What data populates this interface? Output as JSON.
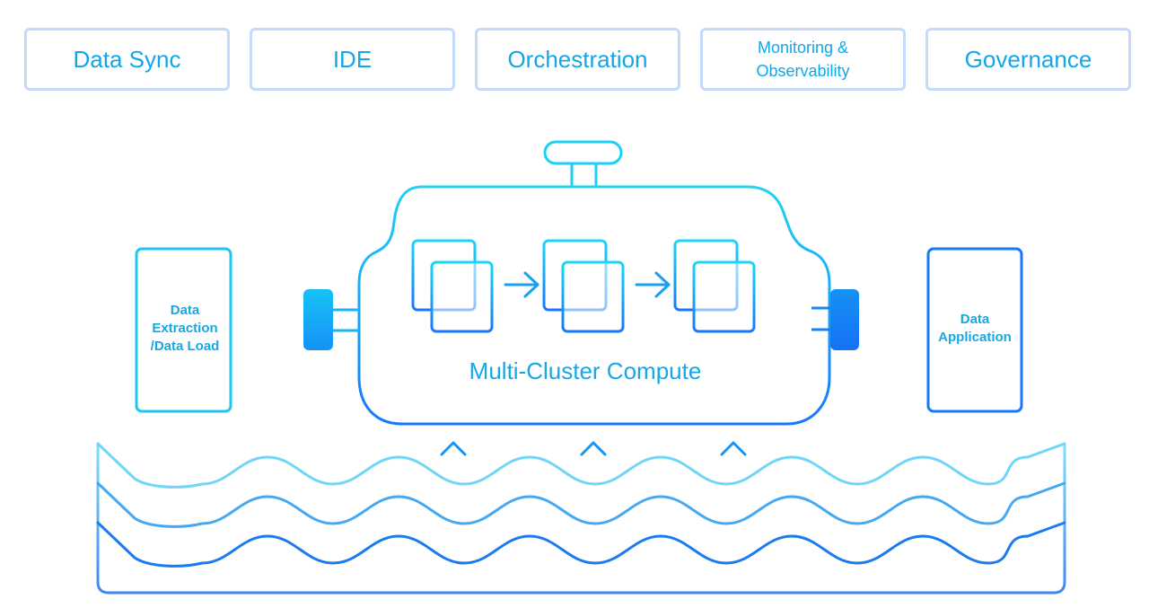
{
  "top_services": [
    {
      "label_lines": [
        "Data Sync"
      ]
    },
    {
      "label_lines": [
        "IDE"
      ]
    },
    {
      "label_lines": [
        "Orchestration"
      ]
    },
    {
      "label_lines": [
        "Monitoring &",
        "Observability"
      ]
    },
    {
      "label_lines": [
        "Governance"
      ]
    }
  ],
  "left_panel": {
    "label_lines": [
      "Data",
      "Extraction",
      "/Data Load"
    ]
  },
  "right_panel": {
    "label_lines": [
      "Data",
      "Application"
    ]
  },
  "compute": {
    "label": "Multi-Cluster Compute",
    "cluster_count": 3,
    "icons": [
      "stacked-squares-icon",
      "arrow-right-icon",
      "stacked-squares-icon",
      "arrow-right-icon",
      "stacked-squares-icon"
    ]
  },
  "storage": {
    "wave_layers": 3,
    "up_arrows": 3
  },
  "colors": {
    "top_border": "#c5dafb",
    "text_blue": "#14a6e6",
    "cyan": "#1ad1f5",
    "blue": "#1677ff",
    "light_wave": "#6fd6f7",
    "mid_wave": "#44a9f2",
    "dark_wave": "#1a7bf0"
  }
}
